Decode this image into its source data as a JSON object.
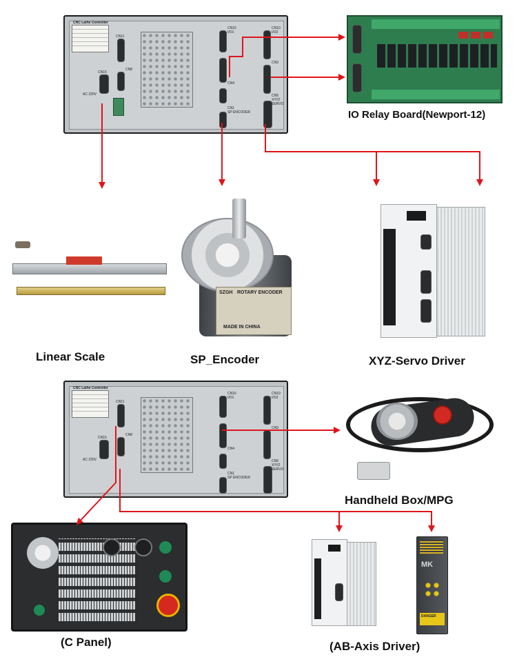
{
  "labels": {
    "io_relay_board": "IO Relay Board(Newport-12)",
    "linear_scale": "Linear Scale",
    "sp_encoder": "SP_Encoder",
    "xyz_servo_driver": "XYZ-Servo Driver",
    "handheld_box": "Handheld Box/MPG",
    "c_panel": "(C Panel)",
    "ab_axis_driver": "(AB-Axis Driver)"
  },
  "controller_text": {
    "title": "CNC Lathe Controller",
    "cn11": "CN11",
    "cn15": "CN15",
    "cn16": "CN16",
    "cn10": "CN10",
    "cn4": "CN4",
    "cn5": "CN5",
    "cn8": "CN8",
    "cn3": "CN3",
    "cn1": "CN1",
    "ac": "AC 220V",
    "io1": "I/O1",
    "io2": "I/O2",
    "xyz": "X/Y/Z SERVO",
    "sp_encoder": "SP ENCODER"
  },
  "encoder_text": {
    "brand": "SZGH",
    "title": "ROTARY ENCODER",
    "made": "MADE IN CHINA"
  },
  "drive_text": {
    "brand": "MK",
    "danger": "DANGER"
  },
  "colors": {
    "arrow": "#e0141a",
    "controller_frame": "#1c1c1c",
    "relay_board": "#2e7d4f",
    "encoder_body": "#5c6064"
  }
}
